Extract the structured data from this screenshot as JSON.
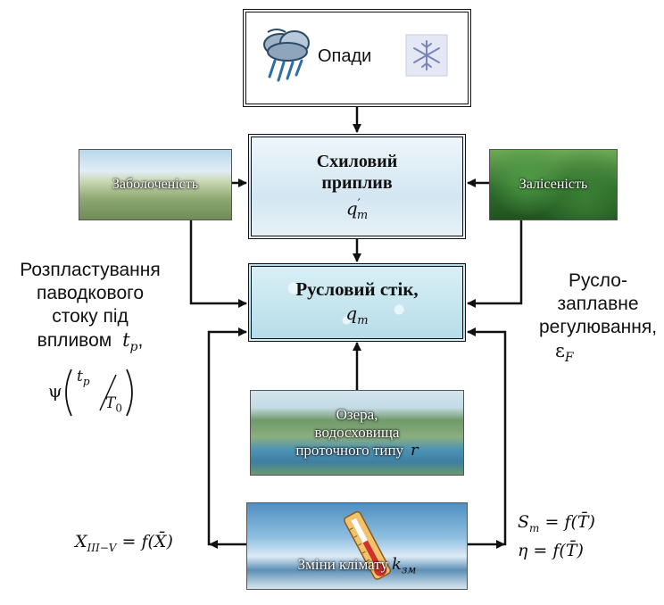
{
  "nodes": {
    "precipitation": {
      "label": "Опади"
    },
    "slope_inflow": {
      "title_line1": "Схиловий",
      "title_line2": "приплив",
      "symbol_base": "q",
      "symbol_sub": "m",
      "symbol_prime": "′"
    },
    "channel_flow": {
      "title": "Русловий стік,",
      "symbol_base": "q",
      "symbol_sub": "m"
    },
    "swampiness": {
      "label": "Заболоченість"
    },
    "forest_cover": {
      "label": "Залісеність"
    },
    "lakes": {
      "line1": "Озера,",
      "line2": "водосховища",
      "line3": "проточного типу",
      "symbol": "r"
    },
    "climate": {
      "label": "Зміни клімату",
      "symbol_base": "k",
      "symbol_sub": "зм"
    }
  },
  "left_text": {
    "line1": "Розпластування",
    "line2": "паводкового",
    "line3": "стоку під",
    "line4": "впливом",
    "tp_base": "t",
    "tp_sub": "p",
    "comma": ",",
    "psi": "ψ",
    "frac_num_base": "t",
    "frac_num_sub": "p",
    "frac_den_base": "T",
    "frac_den_sub": "0"
  },
  "right_text": {
    "line1": "Русло-",
    "line2": "заплавне",
    "line3": "регулювання,",
    "eps_base": "ε",
    "eps_sub": "F"
  },
  "equations": {
    "left": "X_{III−V} = f(X̄)",
    "left_base": "X",
    "left_sub": "III−V",
    "left_rhs": " = f(X̄)",
    "right1_base": "S",
    "right1_sub": "m",
    "right1_rhs": " = f(T̄)",
    "right2": "η = f(T̄)"
  },
  "colors": {
    "line": "#111111",
    "sky_box": "#dbeaf3",
    "water_box": "#c9e6ef",
    "swamp_sky": "#a9cde6",
    "swamp_ground": "#8fa872",
    "forest": "#2f6e2d",
    "lake_sky": "#cfe3ee",
    "lake_water": "#4d93b5",
    "climate_sky": "#6fa6cf"
  }
}
